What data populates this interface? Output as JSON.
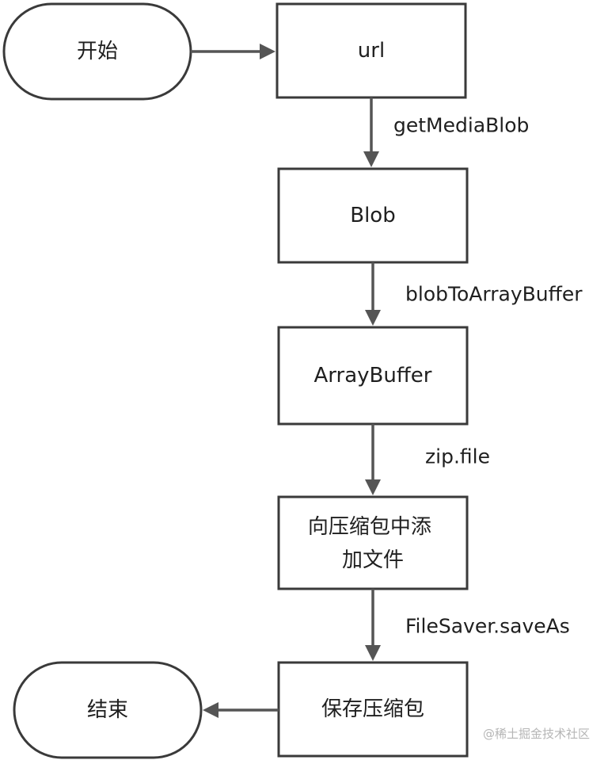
{
  "nodes": {
    "start": "开始",
    "url": "url",
    "blob": "Blob",
    "array_buffer": "ArrayBuffer",
    "add_file": [
      "向压缩包中添",
      "加文件"
    ],
    "save_zip": "保存压缩包",
    "end": "结束"
  },
  "edges": {
    "get_media_blob": "getMediaBlob",
    "blob_to_array_buffer": "blobToArrayBuffer",
    "zip_file": "zip.file",
    "file_saver": "FileSaver.saveAs"
  },
  "watermark": "@稀土掘金技术社区",
  "colors": {
    "stroke": "#3a3a3a",
    "arrow": "#555555",
    "watermark": "#b5b5b5"
  }
}
